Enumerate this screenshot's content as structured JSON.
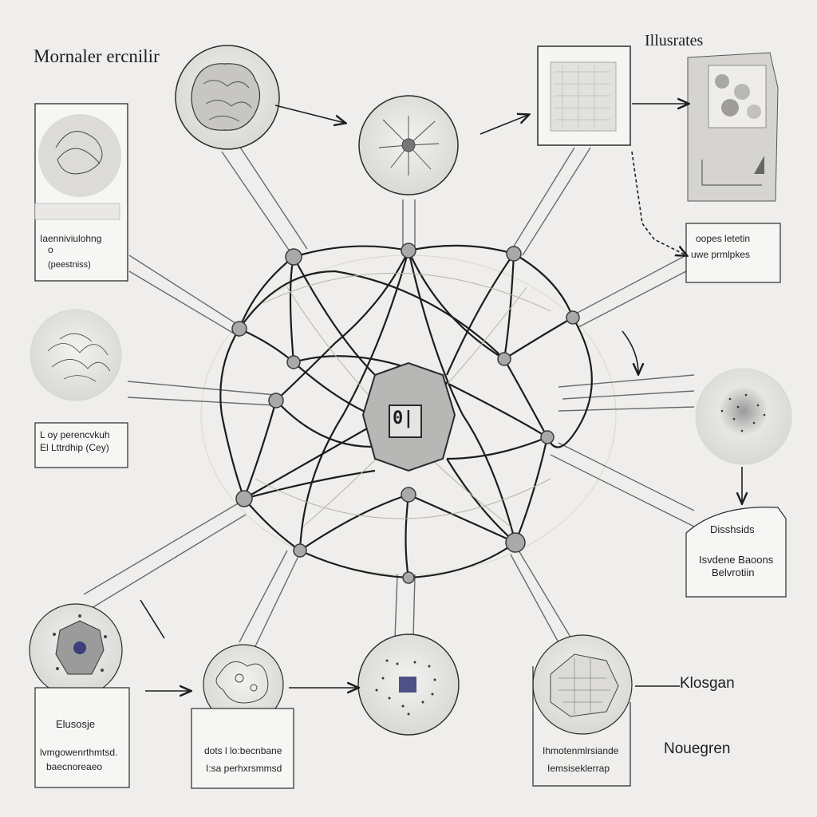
{
  "labels": {
    "top_left_title": "Mornaler ercnilir",
    "top_right_title": "Illusrates",
    "left_card_1_line_1": "Iaenniviulohng",
    "left_card_1_line_2": "o",
    "left_card_1_line_3": "(peestniss)",
    "left_card_2_line_1": "L oy perencvkuh",
    "left_card_2_line_2": "El Lttrdhip (Cey)",
    "right_card_1_line_1": "oopes letetin",
    "right_card_1_line_2": "uwe prmlpkes",
    "right_card_2_line_1": "Disshsids",
    "right_card_2_line_2": "Isvdene Baoons",
    "right_card_2_line_3": "Belvrotiin",
    "bottom_card_1_line_1": "Elusosje",
    "bottom_card_1_line_2": "lvmgowenrthmtsd.",
    "bottom_card_1_line_3": "baecnoreaeo",
    "bottom_card_2_line_1": "dots l lo:becnbane",
    "bottom_card_2_line_2": "I:sa perhxrsmmsd",
    "bottom_card_3_line_1": "Ihmotenmlrsiande",
    "bottom_card_3_line_2": "Iemsiseklerrap",
    "bottom_right_label_1": "Klosgan",
    "bottom_right_label_2": "Nouegren",
    "center_hub_glyph": "0|"
  },
  "colors": {
    "background": "#efeeec",
    "line": "#1d1d1d",
    "node_fill": "#a9a9a9",
    "hub_fill": "#b7b7b5",
    "accent_blue": "#3b3f7a"
  }
}
